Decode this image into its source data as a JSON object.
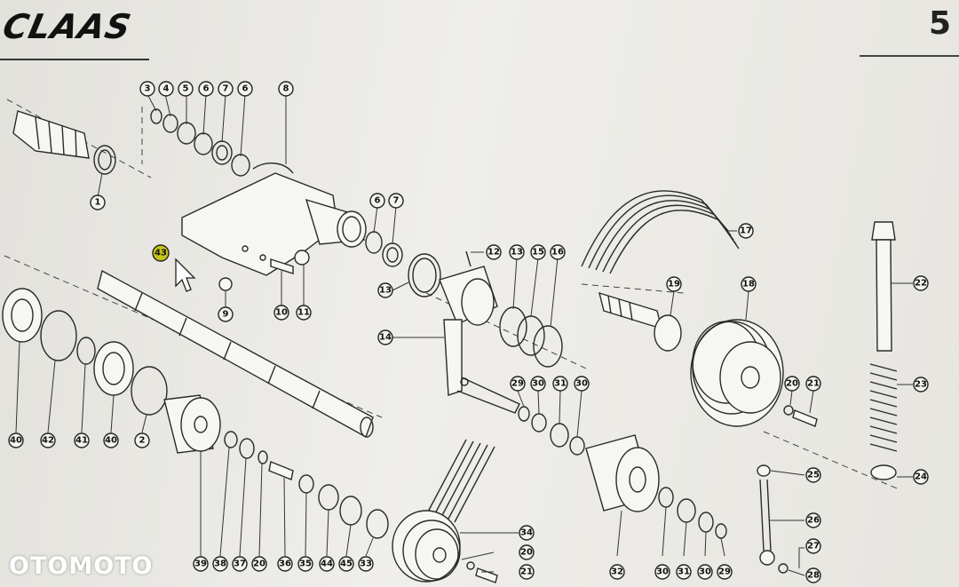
{
  "header": {
    "brand": "CLAAS",
    "page_number": "5"
  },
  "watermark": "OTOMOTO",
  "callouts": [
    {
      "label": "3"
    },
    {
      "label": "4"
    },
    {
      "label": "5"
    },
    {
      "label": "6"
    },
    {
      "label": "7"
    },
    {
      "label": "6"
    },
    {
      "label": "8"
    },
    {
      "label": "1"
    },
    {
      "label": "6"
    },
    {
      "label": "7"
    },
    {
      "label": "43"
    },
    {
      "label": "9"
    },
    {
      "label": "10"
    },
    {
      "label": "11"
    },
    {
      "label": "12"
    },
    {
      "label": "13"
    },
    {
      "label": "15"
    },
    {
      "label": "16"
    },
    {
      "label": "13"
    },
    {
      "label": "14"
    },
    {
      "label": "17"
    },
    {
      "label": "19"
    },
    {
      "label": "18"
    },
    {
      "label": "22"
    },
    {
      "label": "23"
    },
    {
      "label": "24"
    },
    {
      "label": "29"
    },
    {
      "label": "30"
    },
    {
      "label": "31"
    },
    {
      "label": "30"
    },
    {
      "label": "20"
    },
    {
      "label": "21"
    },
    {
      "label": "25"
    },
    {
      "label": "26"
    },
    {
      "label": "27"
    },
    {
      "label": "28"
    },
    {
      "label": "40"
    },
    {
      "label": "42"
    },
    {
      "label": "41"
    },
    {
      "label": "40"
    },
    {
      "label": "2"
    },
    {
      "label": "39"
    },
    {
      "label": "38"
    },
    {
      "label": "37"
    },
    {
      "label": "20"
    },
    {
      "label": "36"
    },
    {
      "label": "35"
    },
    {
      "label": "44"
    },
    {
      "label": "45"
    },
    {
      "label": "33"
    },
    {
      "label": "34"
    },
    {
      "label": "20"
    },
    {
      "label": "21"
    },
    {
      "label": "32"
    },
    {
      "label": "30"
    },
    {
      "label": "31"
    },
    {
      "label": "30"
    },
    {
      "label": "29"
    }
  ]
}
